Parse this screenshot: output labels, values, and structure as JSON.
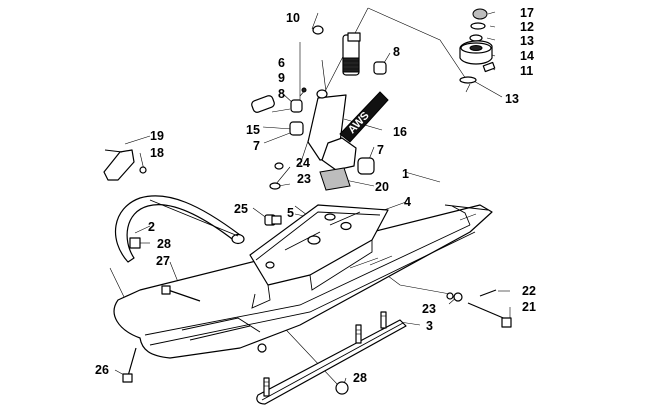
{
  "diagram": {
    "callouts": [
      "1",
      "2",
      "3",
      "4",
      "5",
      "6",
      "7",
      "7",
      "8",
      "8",
      "9",
      "10",
      "11",
      "12",
      "13",
      "13",
      "14",
      "15",
      "16",
      "17",
      "18",
      "19",
      "20",
      "21",
      "22",
      "23",
      "23",
      "24",
      "25",
      "26",
      "27",
      "28",
      "28"
    ],
    "decal_text": "AWS"
  }
}
